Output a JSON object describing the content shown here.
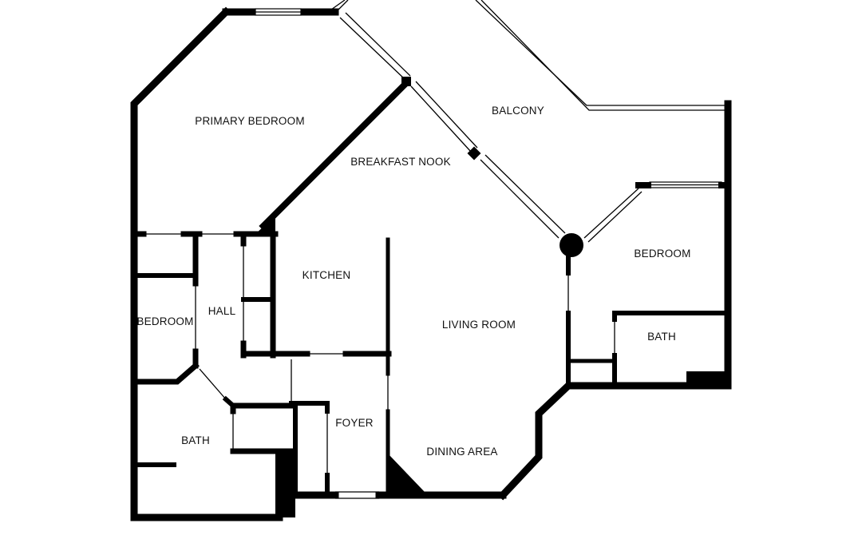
{
  "floorplan": {
    "rooms": [
      {
        "id": "primary-bedroom",
        "label": "PRIMARY BEDROOM"
      },
      {
        "id": "balcony",
        "label": "BALCONY"
      },
      {
        "id": "breakfast-nook",
        "label": "BREAKFAST NOOK"
      },
      {
        "id": "kitchen",
        "label": "KITCHEN"
      },
      {
        "id": "hall",
        "label": "HALL"
      },
      {
        "id": "bedroom-left",
        "label": "BEDROOM"
      },
      {
        "id": "living-room",
        "label": "LIVING ROOM"
      },
      {
        "id": "bedroom-right",
        "label": "BEDROOM"
      },
      {
        "id": "bath-right",
        "label": "BATH"
      },
      {
        "id": "foyer",
        "label": "FOYER"
      },
      {
        "id": "bath-left",
        "label": "BATH"
      },
      {
        "id": "dining-area",
        "label": "DINING AREA"
      }
    ]
  }
}
